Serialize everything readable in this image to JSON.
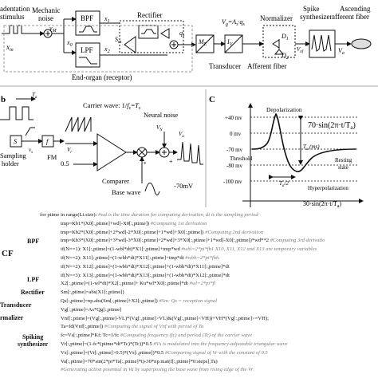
{
  "panel_a": {
    "stimulus_label": [
      "adentation",
      "stimulus"
    ],
    "x_in": "x",
    "x_in_sub": "in",
    "mechanic_noise": [
      "Mechanic",
      "noise"
    ],
    "y_m": "y",
    "y_m_sub": "M",
    "x0": "x",
    "x0_sub": "0",
    "bpf": "BPF",
    "lpf": "LPF",
    "x1": "x",
    "x1_sub": "1",
    "x2": "x",
    "x2_sub": "2",
    "rectifier": "Rectifier",
    "s_m": "S",
    "s_m_sub": "m",
    "q_s": "q",
    "q_s_sub": "s",
    "me": "M",
    "me_sub": "E",
    "iv": "I",
    "iv_sub": "V",
    "vg_eq": "V",
    "vg_eq_sub": "g",
    "vg_eq_rest": "=A",
    "vg_eq_rest_sub": "s",
    "vg_eq_end": "·q",
    "vg_eq_end_sub": "s",
    "normalizer": "Normalizer",
    "d1": "D",
    "d1_sub": "1",
    "d2": "D",
    "d2_sub": "2",
    "v_nf": "V",
    "v_nf_sub": "nf",
    "spike": [
      "Spike",
      "synthesizer"
    ],
    "v_a": "V",
    "v_a_sub": "a",
    "ascending": [
      "Ascending",
      "afferent fiber"
    ],
    "end_organ": "End-organ (receptor)",
    "transducer": "Transducer",
    "afferent": "Afferent fiber"
  },
  "panel_b": {
    "letter": "b",
    "t_a": "T",
    "t_a_sub": "a",
    "carrier": "Carrier wave: 1/",
    "carrier_f": "f",
    "carrier_f_sub": "c",
    "carrier_mid": "=",
    "carrier_t": "T",
    "carrier_t_sub": "c",
    "neural_noise": "Neural noise",
    "v_n": "V",
    "v_n_sub": "N",
    "s": "S",
    "f": "f",
    "v_s": "v",
    "v_s_sub": "s",
    "fm": "FM",
    "half": "0.5",
    "sampling": [
      "Sampling",
      "holder"
    ],
    "comparer": "Comparer",
    "base_wave": "Base wave",
    "mv": "-70mV",
    "v_r": "V",
    "v_r_sub": "r",
    "v_a": "V",
    "v_a_sub": "a",
    "plus": "+",
    "star": "*"
  },
  "panel_c": {
    "letter": "C",
    "mv_labels": [
      "+40 mv",
      "0 mv",
      "-70 mv",
      "-80 mv",
      "-100 mv"
    ],
    "depol": "Depolarization",
    "formula_top": "70·sin(2π·t/T",
    "formula_top_sub": "a",
    "formula_top_end": ")",
    "threshold": "Threshold",
    "t_a_ms": "T",
    "t_a_ms_sub": "a",
    "t_a_ms_end": " (ms)",
    "resting": [
      "Resting",
      "state"
    ],
    "hyper": "Hyperpolarization",
    "half_ta": "T",
    "half_ta_sub": "a",
    "half_ta_end": "/2",
    "formula_bot": "30·sin(2π·t/T",
    "formula_bot_sub": "a",
    "formula_bot_end": ")"
  },
  "panel_code": {
    "group_labels": [
      "BPF",
      "LPF",
      "Rectifier",
      "Transducer",
      "rmalizer",
      "Spiking\nsynthesizer"
    ],
    "side_letters": [
      "CF"
    ],
    "lines": [
      {
        "text": "for ptime in range(Lt.size):",
        "comment": "#wd is the time duration for computing derivation, dt is the sampling period"
      },
      {
        "text": "tmp=Kb1*(X0[:,ptime]+wd]-X0[:,ptime])",
        "comment": "#Computing 1st derivation"
      },
      {
        "text": "tmp=Kb2*(X0[:,ptime]+2*wd]-2*X0[:,ptime]+1*wd]+X0[:,ptime])",
        "comment": "#Computing 2nd derivation"
      },
      {
        "text": "tmp=Kb3*(X0[:,ptime]+3*wd]-3*X0[:,ptime]+2*wd]+3*X0[:,ptime]+1*wd]-X0[:,ptime])*wd**2",
        "comment": "#Computing 3rd derivatio"
      },
      {
        "text": "if(N==1): X1[:,ptime]=(1-wbl*dt)*X1[:,ptime]+tmp*wd",
        "comment": "#wbl=2*pi*fb1  X10, X11, X12 and X13 are temporary variables"
      },
      {
        "text": "if(N==2): X11[:,ptime]=(1-wbh*dt)*X11[:,ptime]+tmp*dt",
        "comment": "#wbh=2*pi*fbh"
      },
      {
        "text": "if(N==2): X12[:,ptime]=(1-wbh*dt)*X12[:,ptime]+(1-wbh*dt)*X11[:,ptime]*dt",
        "comment": ""
      },
      {
        "text": "if(N==3): X13[:,ptime]=(1-wbh*dt)*X13[:,ptime]+(1-wbh*dt)*X12[:,ptime]*dt",
        "comment": ""
      },
      {
        "text": "X2[:,ptime]=(1-wl*dt)*X2[:,ptime]+ Ku*wl*X0[:,ptime]*dt",
        "comment": "#wl=2*pi*fl"
      },
      {
        "text": "Sm[:,ptime]=abs(X1[:,ptime])",
        "comment": ""
      },
      {
        "text": "Qs[:,ptime]=np.abs(Sm[:,ptime]+X2[:,ptime])",
        "comment": "#Sm: Qs = reception signal"
      },
      {
        "text": "Vg[:,ptime]=As*Qg[:,ptime]",
        "comment": ""
      },
      {
        "text": "Vnf[:,ptime]=(Vg[:,ptime]-VL)*(Vg[:,ptime]>VL)&(Vg[:,ptime]<VH))+VH*(Vg[:,ptime]>=VH);",
        "comment": ""
      },
      {
        "text": "Ta=fd(Vnf[:,ptime])",
        "comment": "#Computing the signal of Vnf with period of Ta"
      },
      {
        "text": "fc=Vs[:,ptime]*Kf; Tc=1/fc",
        "comment": "#Computing frequency (fc) and period (Tc) of the carrier wave"
      },
      {
        "text": "Vr[:,ptime]=(1-fc*(ptime*dt*Tc)*(Tc))*0.5",
        "comment": "#Vs is modulated into the frequency-adjustable triangular wave"
      },
      {
        "text": "Vs[:,ptime]=(Vr[:,ptime]>0.5)*(Vs[:,ptime])*0.5",
        "comment": "#Comparing signal of Vr with the constant of 0.5"
      },
      {
        "text": "Va[:,ptime]=70*sin(2*pi*Ta[:,ptime]*t)-30*np.mat(f[:,ptime]*0:steps],Ta)",
        "comment": ""
      },
      {
        "text": "",
        "comment": "#Generating action potential in Va by superposing the base wave from rising edge of the Vr"
      }
    ]
  }
}
